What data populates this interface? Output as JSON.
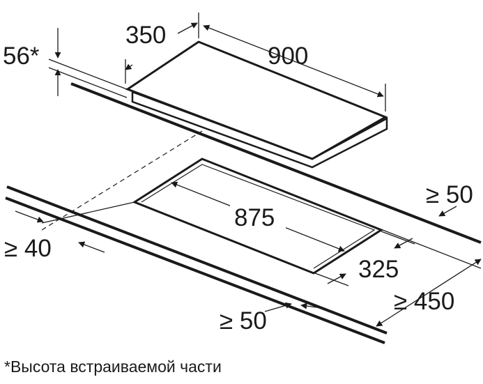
{
  "diagram": {
    "type": "built-in hob installation drawing",
    "colors": {
      "line": "#1a1a1a",
      "background": "#ffffff"
    },
    "dimensions": {
      "hob_depth": "350",
      "hob_width": "900",
      "built_in_height": "56*",
      "cutout_width": "875",
      "cutout_depth": "325",
      "rear_clearance": "≥ 50",
      "side_clearance": "≥ 40",
      "front_clearance": "≥ 50",
      "right_clearance": "≥ 450"
    },
    "footnote": "*Высота встраиваемой части"
  }
}
